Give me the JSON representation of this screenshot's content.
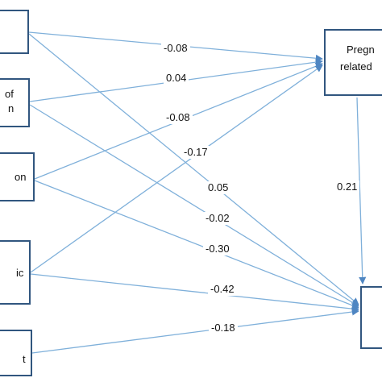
{
  "diagram": {
    "colors": {
      "box_border": "#31567f",
      "arrow": "#7fb0da",
      "arrow_head": "#4f86c2"
    },
    "nodes": [
      {
        "id": "left-1",
        "lines": [
          ""
        ]
      },
      {
        "id": "left-2",
        "lines": [
          "of",
          "n"
        ]
      },
      {
        "id": "left-3",
        "lines": [
          "on"
        ]
      },
      {
        "id": "left-4",
        "lines": [
          "ic"
        ]
      },
      {
        "id": "left-5",
        "lines": [
          "t"
        ]
      },
      {
        "id": "right-top",
        "lines": [
          "Pregn",
          "related"
        ]
      },
      {
        "id": "right-bottom",
        "lines": [
          ""
        ]
      }
    ],
    "coefficients": [
      {
        "label": "-0.08",
        "from": "left-1",
        "to": "right-top"
      },
      {
        "label": "0.04",
        "from": "left-2",
        "to": "right-top"
      },
      {
        "label": "-0.08",
        "from": "left-3",
        "to": "right-top"
      },
      {
        "label": "-0.17",
        "from": "left-4",
        "to": "right-top"
      },
      {
        "label": "0.05",
        "from": "left-1",
        "to": "right-bottom"
      },
      {
        "label": "-0.02",
        "from": "left-2",
        "to": "right-bottom"
      },
      {
        "label": "-0.30",
        "from": "left-3",
        "to": "right-bottom"
      },
      {
        "label": "-0.42",
        "from": "left-4",
        "to": "right-bottom"
      },
      {
        "label": "-0.18",
        "from": "left-5",
        "to": "right-bottom"
      },
      {
        "label": "0.21",
        "from": "right-top",
        "to": "right-bottom"
      }
    ]
  }
}
